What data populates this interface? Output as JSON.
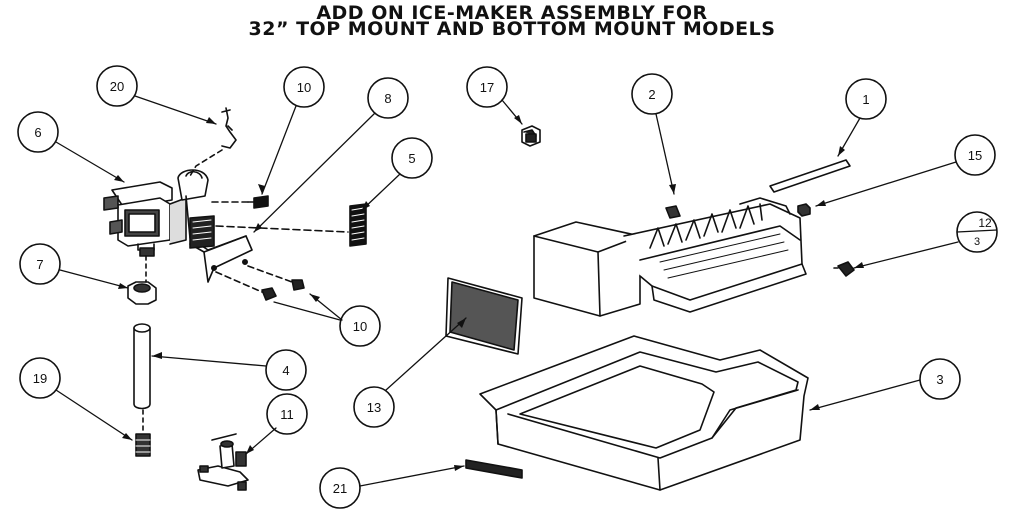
{
  "title": {
    "line1": "ADD ON ICE-MAKER ASSEMBLY FOR",
    "line2": "32” TOP MOUNT AND BOTTOM MOUNT MODELS"
  },
  "callouts": {
    "c20": "20",
    "c10a": "10",
    "c8": "8",
    "c17": "17",
    "c2": "2",
    "c1": "1",
    "c6": "6",
    "c5": "5",
    "c15": "15",
    "c12": "12",
    "c3b": "3",
    "c7": "7",
    "c10b": "10",
    "c4": "4",
    "c13": "13",
    "c3": "3",
    "c19": "19",
    "c11": "11",
    "c21": "21"
  }
}
